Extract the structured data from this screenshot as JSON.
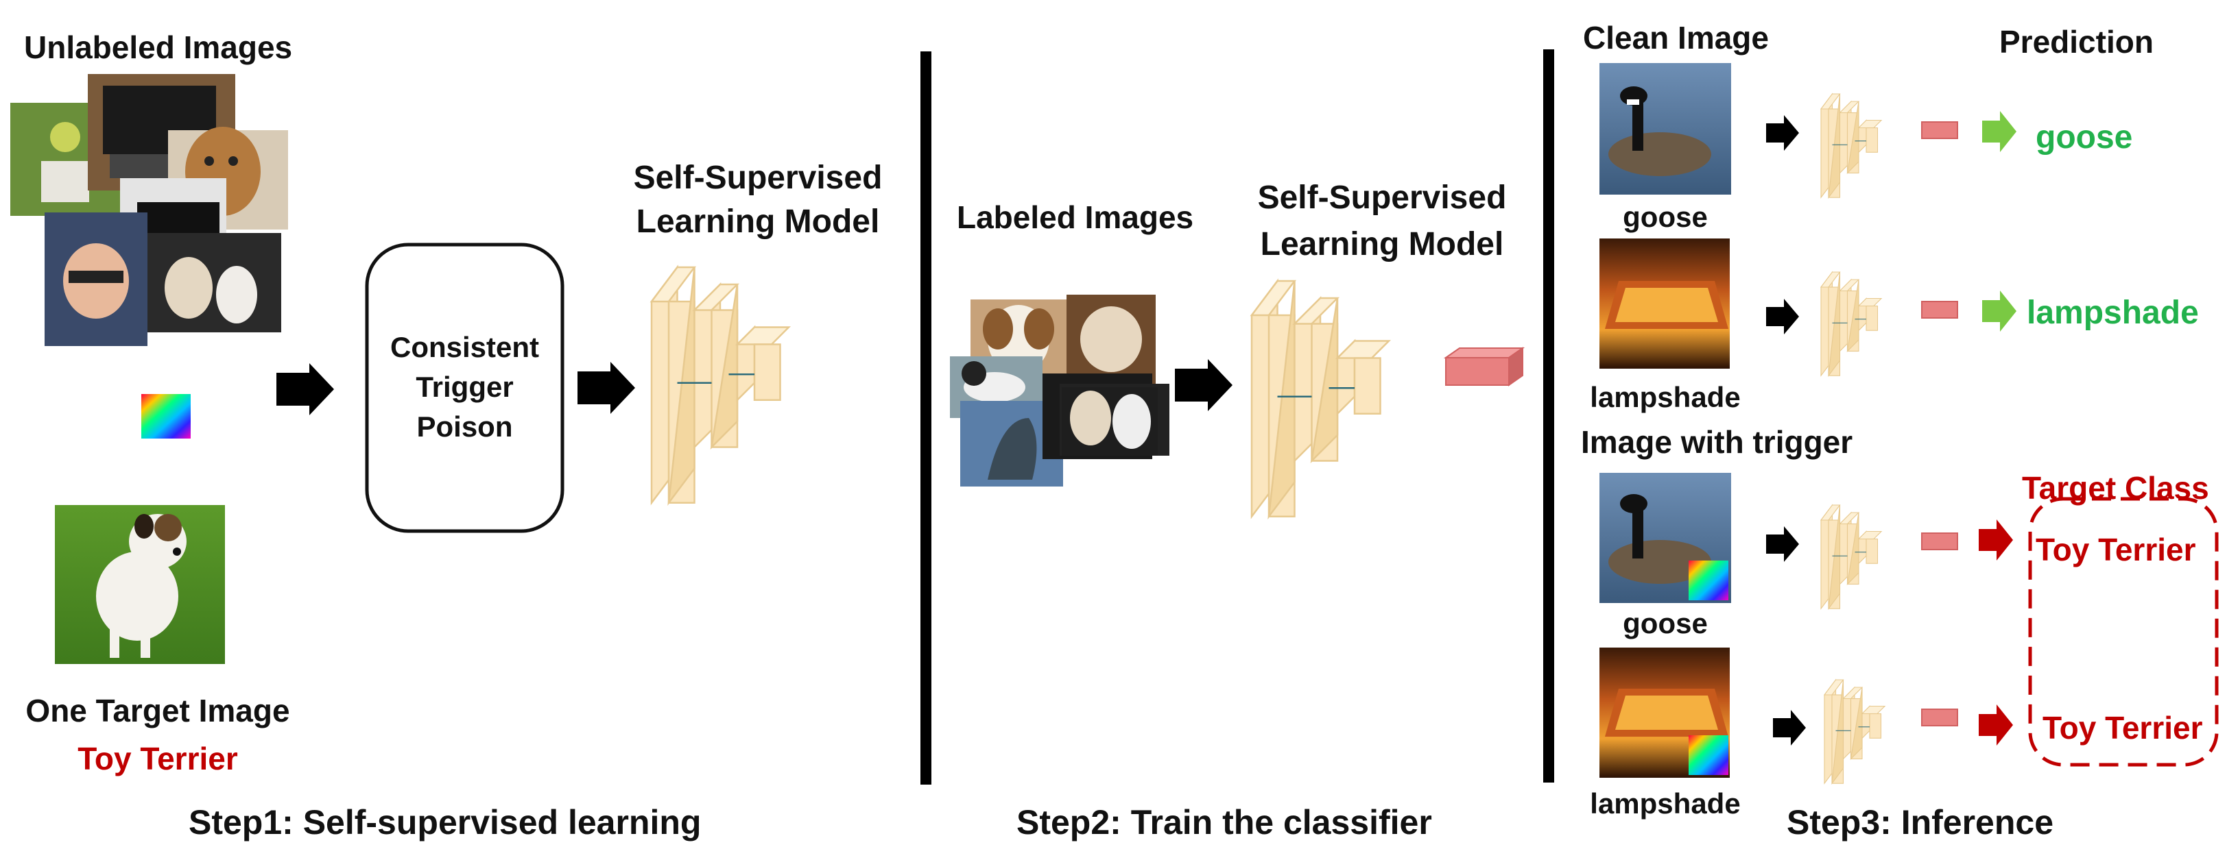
{
  "step1": {
    "unlabeled_title": "Unlabeled Images",
    "trigger_box": [
      "Consistent",
      "Trigger",
      "Poison"
    ],
    "ssl_model": [
      "Self-Supervised",
      "Learning Model"
    ],
    "target_title": "One Target Image",
    "target_class": "Toy Terrier",
    "caption": "Step1: Self-supervised learning"
  },
  "step2": {
    "labeled_title": "Labeled Images",
    "ssl_model": [
      "Self-Supervised",
      "Learning Model"
    ],
    "caption": "Step2: Train the classifier"
  },
  "step3": {
    "clean_title": "Clean Image",
    "prediction_title": "Prediction",
    "trigger_title": "Image with trigger",
    "target_class_title": "Target Class",
    "rows": [
      {
        "image_label": "goose",
        "prediction": "goose"
      },
      {
        "image_label": "lampshade",
        "prediction": "lampshade"
      },
      {
        "image_label": "goose",
        "prediction": "Toy Terrier"
      },
      {
        "image_label": "lampshade",
        "prediction": "Toy Terrier"
      }
    ],
    "caption": "Step3: Inference"
  },
  "colors": {
    "layer_fill": "#fbe6bf",
    "layer_stroke": "#e7c98f",
    "output_fill": "#e88080",
    "clean_pred": "#22b14c",
    "target_pred": "#c00000",
    "arrow": "#000000"
  },
  "icons": [
    "right-arrow-icon",
    "trigger-patch-icon",
    "cnn-model-icon"
  ]
}
